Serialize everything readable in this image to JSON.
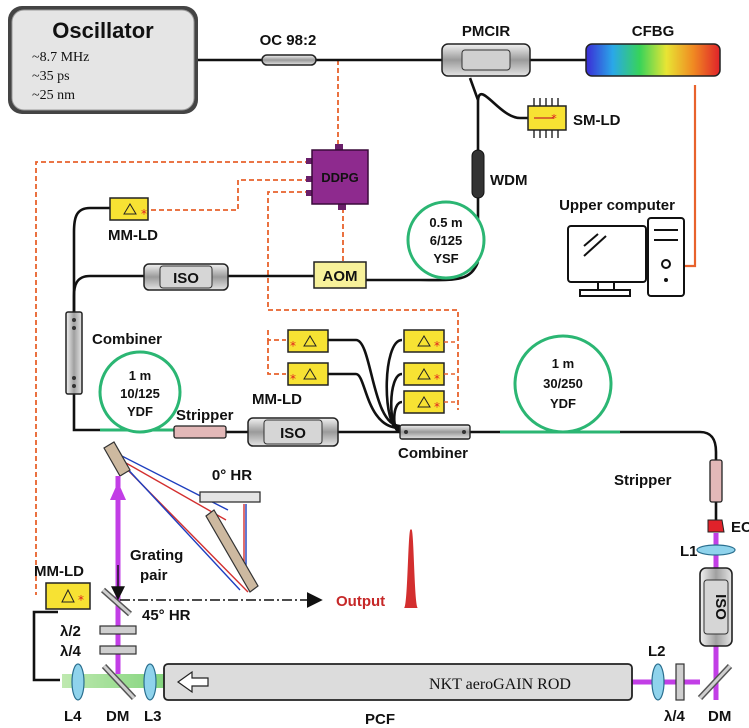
{
  "oscillator": {
    "title": "Oscillator",
    "specs": [
      "~8.7 MHz",
      "~35 ps",
      "~25 nm"
    ]
  },
  "labels": {
    "oc": "OC 98:2",
    "pmcir": "PMCIR",
    "cfbg": "CFBG",
    "smld": "SM-LD",
    "wdm": "WDM",
    "ddpg": "DDPG",
    "upper_computer": "Upper computer",
    "mmld_top": "MM-LD",
    "iso_top": "ISO",
    "aom": "AOM",
    "combiner_left": "Combiner",
    "stripper_mid": "Stripper",
    "mmld_mid": "MM-LD",
    "iso_mid": "ISO",
    "combiner_mid": "Combiner",
    "stripper_right": "Stripper",
    "ec": "EC",
    "l1": "L1",
    "iso_right": "ISO",
    "l2": "L2",
    "qwp_right": "λ/4",
    "dm_right": "DM",
    "zero_hr": "0° HR",
    "grating_pair": [
      "Grating",
      "pair"
    ],
    "hr45": "45° HR",
    "output": "Output",
    "mmld_left": "MM-LD",
    "hwp": "λ/2",
    "qwp_left": "λ/4",
    "l4": "L4",
    "dm_left": "DM",
    "l3": "L3",
    "rod": "NKT aeroGAIN ROD",
    "pcf": "PCF"
  },
  "fiber_coils": [
    {
      "lines": [
        "0.5 m",
        "6/125",
        "YSF"
      ]
    },
    {
      "lines": [
        "1 m",
        "10/125",
        "YDF"
      ]
    },
    {
      "lines": [
        "1 m",
        "30/250",
        "YDF"
      ]
    }
  ],
  "colors": {
    "fiber": "#111111",
    "control": "#e8622c",
    "beam": "#c23ee6",
    "coil": "#2bb673",
    "ld_fill": "#f7e233",
    "ddpg_fill": "#8e2a8e",
    "aom_fill": "#f7f19a",
    "output_pulse": "#c62828"
  }
}
